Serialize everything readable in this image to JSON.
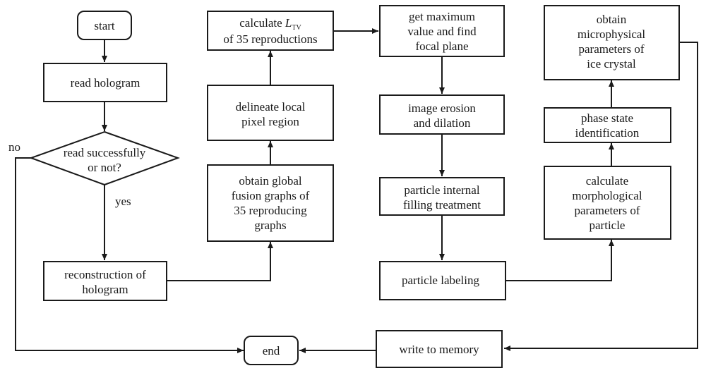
{
  "nodes": {
    "start": "start",
    "read_hologram": "read hologram",
    "read_success": [
      "read successfully",
      "or not?"
    ],
    "reconstruction": [
      "reconstruction of",
      "hologram"
    ],
    "global_fusion": [
      "obtain global",
      "fusion graphs of",
      "35 reproducing",
      "graphs"
    ],
    "delineate": [
      "delineate local",
      "pixel region"
    ],
    "calc_ltv": {
      "prefix": "calculate ",
      "symbol": "L",
      "subscript": "TV",
      "line2": "of 35 reproductions"
    },
    "get_max": [
      "get maximum",
      "value and find",
      "focal plane"
    ],
    "erosion": [
      "image erosion",
      "and dilation"
    ],
    "filling": [
      "particle internal",
      "filling treatment"
    ],
    "labeling": "particle labeling",
    "morph": [
      "calculate",
      "morphological",
      "parameters of",
      "particle"
    ],
    "phase": [
      "phase state",
      "identification"
    ],
    "micro": [
      "obtain",
      "microphysical",
      "parameters of",
      "ice crystal"
    ],
    "write_memory": "write to memory",
    "end": "end"
  },
  "edge_labels": {
    "no": "no",
    "yes": "yes"
  }
}
